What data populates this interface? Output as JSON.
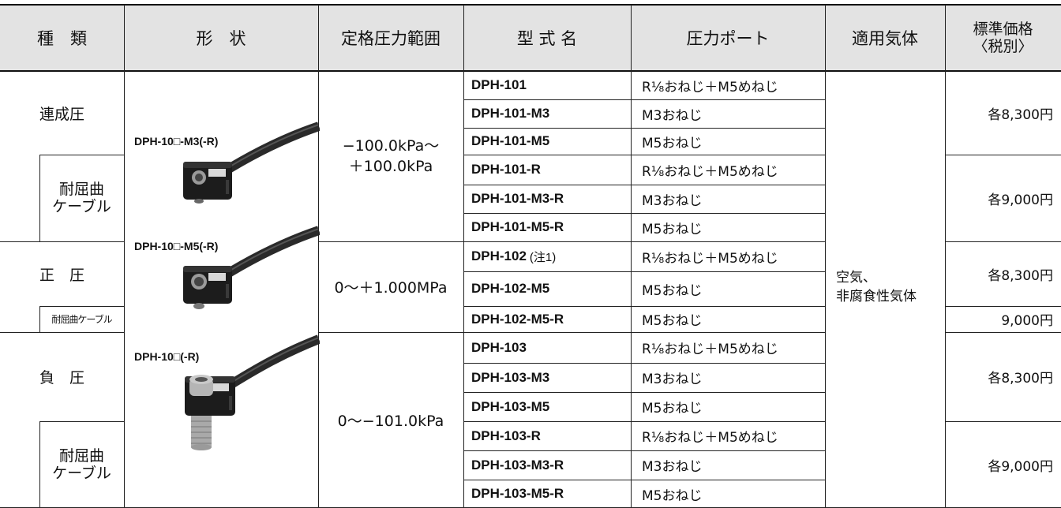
{
  "headers": {
    "type": "種　類",
    "shape": "形　状",
    "range": "定格圧力範囲",
    "model": "型 式 名",
    "port": "圧力ポート",
    "gas": "適用気体",
    "price_line1": "標準価格",
    "price_line2": "〈税別〉"
  },
  "types": {
    "compound": "連成圧",
    "bend_line1": "耐屈曲",
    "bend_line2": "ケーブル",
    "positive": "正　圧",
    "positive_bend": "耐屈曲ケーブル",
    "negative": "負　圧"
  },
  "shapes": {
    "label_m3": "DPH-10□-M3(-R)",
    "label_m5": "DPH-10□-M5(-R)",
    "label_r": "DPH-10□(-R)"
  },
  "ranges": {
    "compound_line1": "−100.0kPa〜",
    "compound_line2": "＋100.0kPa",
    "positive": "0〜＋1.000MPa",
    "negative": "0〜−101.0kPa"
  },
  "gas": {
    "line1": "空気、",
    "line2": "非腐食性気体"
  },
  "rows": [
    {
      "model": "DPH-101",
      "port": "R⅛おねじ＋M5めねじ",
      "note": ""
    },
    {
      "model": "DPH-101-M3",
      "port": "M3おねじ",
      "note": ""
    },
    {
      "model": "DPH-101-M5",
      "port": "M5おねじ",
      "note": ""
    },
    {
      "model": "DPH-101-R",
      "port": "R⅛おねじ＋M5めねじ",
      "note": ""
    },
    {
      "model": "DPH-101-M3-R",
      "port": "M3おねじ",
      "note": ""
    },
    {
      "model": "DPH-101-M5-R",
      "port": "M5おねじ",
      "note": ""
    },
    {
      "model": "DPH-102",
      "port": "R⅛おねじ＋M5めねじ",
      "note": "(注1)"
    },
    {
      "model": "DPH-102-M5",
      "port": "M5おねじ",
      "note": ""
    },
    {
      "model": "DPH-102-M5-R",
      "port": "M5おねじ",
      "note": ""
    },
    {
      "model": "DPH-103",
      "port": "R⅛おねじ＋M5めねじ",
      "note": ""
    },
    {
      "model": "DPH-103-M3",
      "port": "M3おねじ",
      "note": ""
    },
    {
      "model": "DPH-103-M5",
      "port": "M5おねじ",
      "note": ""
    },
    {
      "model": "DPH-103-R",
      "port": "R⅛おねじ＋M5めねじ",
      "note": ""
    },
    {
      "model": "DPH-103-M3-R",
      "port": "M3おねじ",
      "note": ""
    },
    {
      "model": "DPH-103-M5-R",
      "port": "M5おねじ",
      "note": ""
    }
  ],
  "prices": {
    "compound_std": "各8,300円",
    "compound_bend": "各9,000円",
    "positive_std": "各8,300円",
    "positive_bend": "9,000円",
    "negative_std": "各8,300円",
    "negative_bend": "各9,000円"
  },
  "colors": {
    "header_bg": "#e3e3e3",
    "rule": "#222222",
    "sensor_body": "#1c1c1c",
    "fitting": "#a9a9a9"
  },
  "icons": [
    "pressure-sensor-m3-image",
    "pressure-sensor-m5-image",
    "pressure-sensor-r-image"
  ]
}
